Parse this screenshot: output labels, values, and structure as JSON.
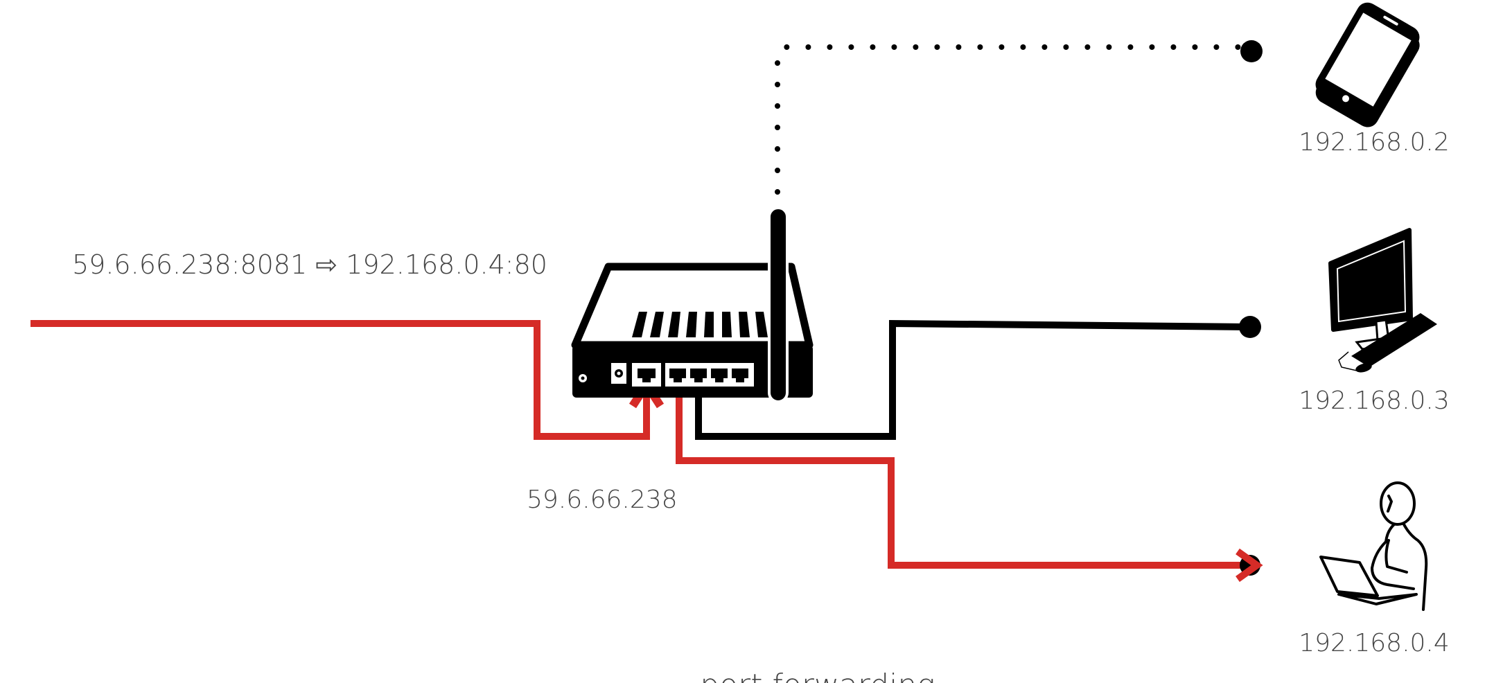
{
  "labels": {
    "forward_rule": "59.6.66.238:8081 ⇨ 192.168.0.4:80",
    "router_public_ip": "59.6.66.238",
    "phone_ip": "192.168.0.2",
    "desktop_ip": "192.168.0.3",
    "laptop_ip": "192.168.0.4",
    "caption_partial": "port forwarding"
  },
  "icons": {
    "router": "wifi-router-icon",
    "phone": "smartphone-icon",
    "desktop": "desktop-computer-icon",
    "laptop_user": "person-with-laptop-icon"
  },
  "colors": {
    "forward_path": "#d52b27",
    "wired_link": "#000000",
    "wireless_link": "#000000",
    "label_text": "#444444"
  }
}
